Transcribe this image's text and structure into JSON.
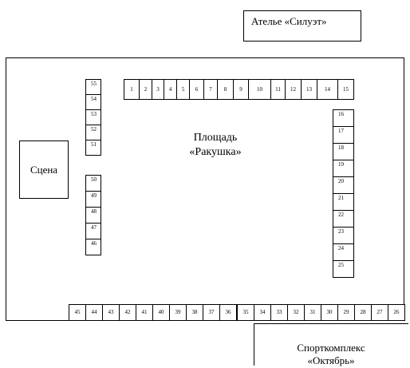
{
  "atelier": "Ателье «Силуэт»",
  "stage": "Сцена",
  "square": {
    "line1": "Площадь",
    "line2": "«Ракушка»"
  },
  "sport": {
    "line1": "Спорткомплекс",
    "line2": "«Октябрь»"
  },
  "stalls": {
    "top": [
      "1",
      "2",
      "3",
      "4",
      "5",
      "6",
      "7",
      "8",
      "9",
      "10",
      "11",
      "12",
      "13",
      "14",
      "15"
    ],
    "right": [
      "16",
      "17",
      "18",
      "19",
      "20",
      "21",
      "22",
      "23",
      "24",
      "25"
    ],
    "bottom": [
      "45",
      "44",
      "43",
      "42",
      "41",
      "40",
      "39",
      "38",
      "37",
      "36",
      "35",
      "34",
      "33",
      "32",
      "31",
      "30",
      "29",
      "28",
      "27",
      "26"
    ],
    "left_upper": [
      "55",
      "54",
      "53",
      "52",
      "51"
    ],
    "left_lower": [
      "50",
      "49",
      "48",
      "47",
      "46"
    ]
  }
}
